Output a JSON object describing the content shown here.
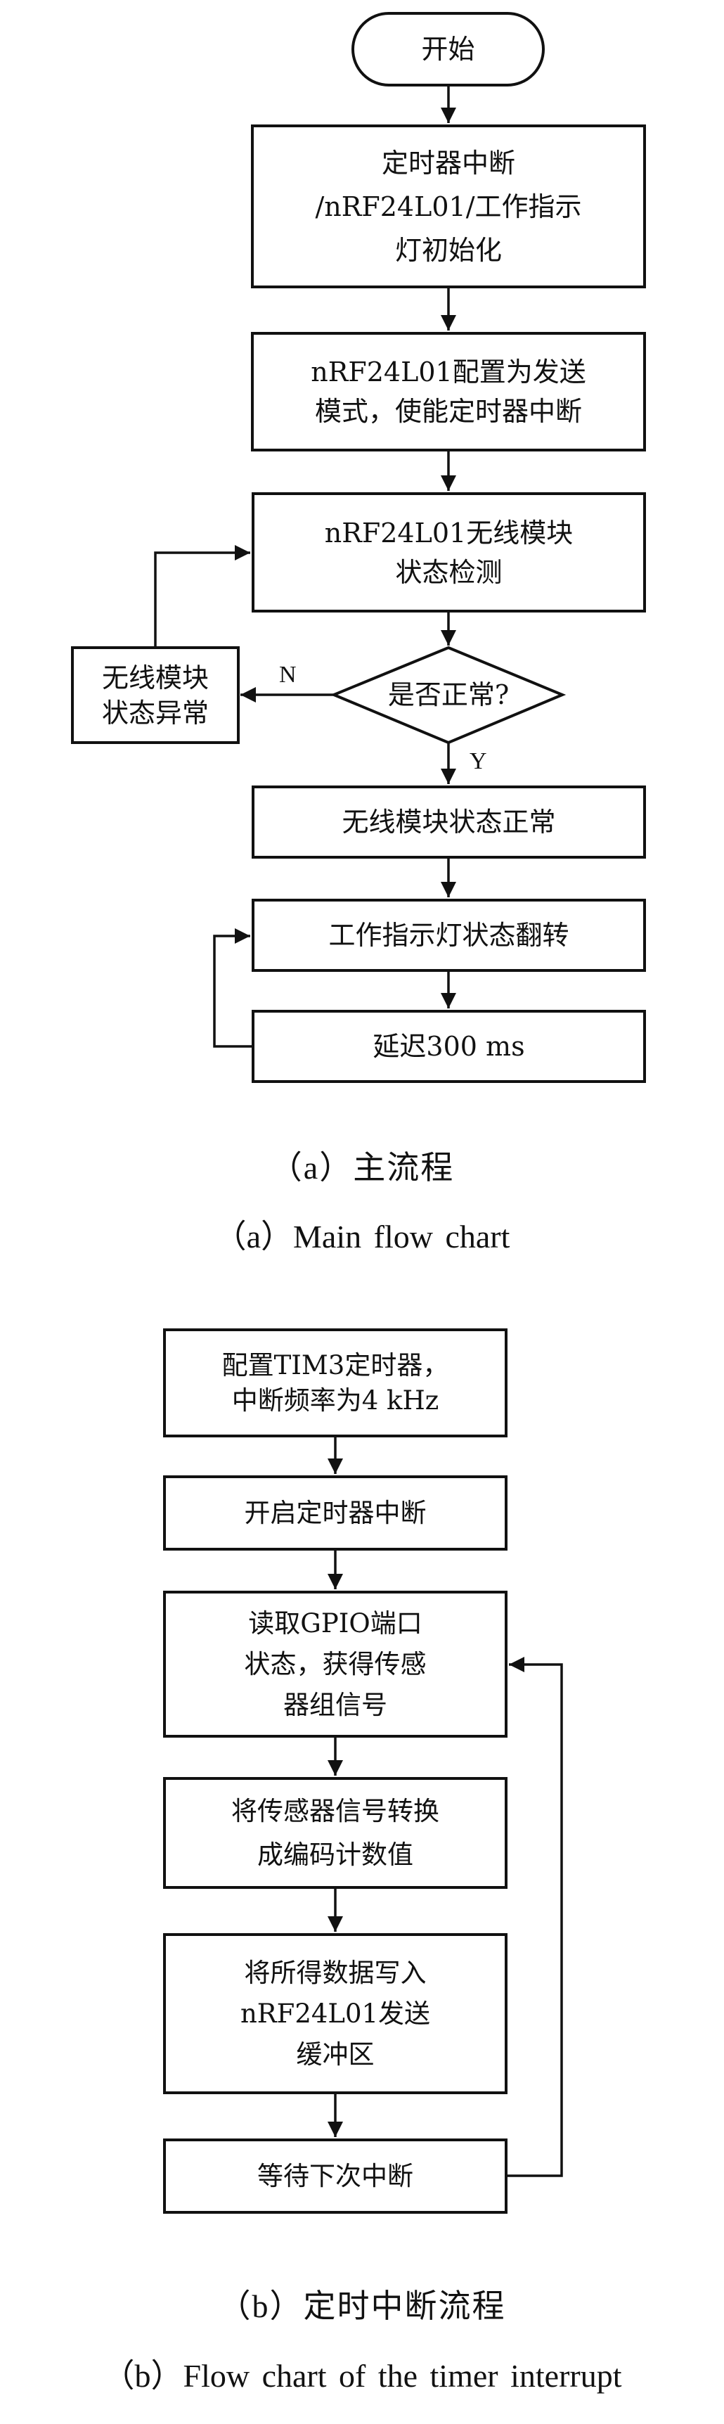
{
  "figure_a": {
    "nodes": {
      "start": {
        "lines": [
          "开始"
        ]
      },
      "init": {
        "lines": [
          "定时器中断",
          "/nRF24L01/工作指示",
          "灯初始化"
        ]
      },
      "config_tx": {
        "lines": [
          "nRF24L01配置为发送",
          "模式，使能定时器中断"
        ]
      },
      "status_check": {
        "lines": [
          "nRF24L01无线模块",
          "状态检测"
        ]
      },
      "decision": {
        "lines": [
          "是否正常?"
        ]
      },
      "abnormal": {
        "lines": [
          "无线模块",
          "状态异常"
        ]
      },
      "normal": {
        "lines": [
          "无线模块状态正常"
        ]
      },
      "led_toggle": {
        "lines": [
          "工作指示灯状态翻转"
        ]
      },
      "delay": {
        "lines": [
          "延迟300 ms"
        ]
      }
    },
    "edge_labels": {
      "no": "N",
      "yes": "Y"
    },
    "caption_zh": "（a）主流程",
    "caption_en": "（a）Main flow chart"
  },
  "figure_b": {
    "nodes": {
      "config_timer": {
        "lines": [
          "配置TIM3定时器，",
          "中断频率为4 kHz"
        ]
      },
      "enable_irq": {
        "lines": [
          "开启定时器中断"
        ]
      },
      "read_gpio": {
        "lines": [
          "读取GPIO端口",
          "状态，获得传感",
          "器组信号"
        ]
      },
      "convert": {
        "lines": [
          "将传感器信号转换",
          "成编码计数值"
        ]
      },
      "write_buffer": {
        "lines": [
          "将所得数据写入",
          "nRF24L01发送",
          "缓冲区"
        ]
      },
      "wait_irq": {
        "lines": [
          "等待下次中断"
        ]
      }
    },
    "caption_zh": "（b）定时中断流程",
    "caption_en": "（b）Flow chart of the timer interrupt"
  }
}
